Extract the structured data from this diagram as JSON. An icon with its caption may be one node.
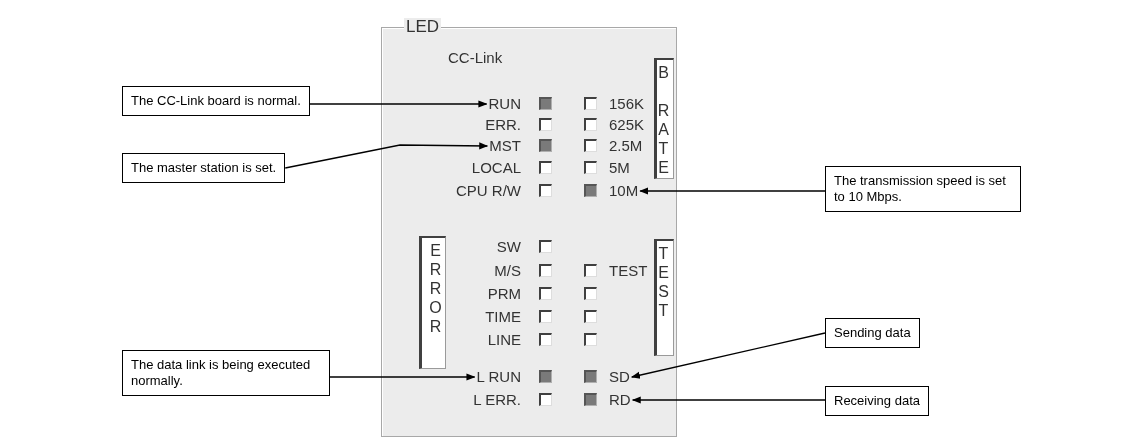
{
  "diagram": {
    "nodes": [
      {
        "text": [
          "LED"
        ]
      },
      {
        "text": [
          "The CC-Link board is normal."
        ]
      },
      {
        "text": [
          "RUN"
        ],
        "in": 0
      },
      {
        "text": [
          "The master station is set."
        ]
      },
      {
        "text": [
          "MST"
        ],
        "in": 0
      },
      {
        "text": [
          "B RATE"
        ],
        "in": 0
      },
      {
        "text": [
          "10M"
        ],
        "in": 0
      },
      {
        "text": [
          "The transmission speed is set to 10 Mbps."
        ]
      },
      {
        "text": [
          "ERROR"
        ],
        "in": 0
      },
      {
        "text": [
          "TEST"
        ],
        "in": 0
      },
      {
        "text": [
          "SD"
        ],
        "in": 0
      },
      {
        "text": [
          "Sending data"
        ]
      },
      {
        "text": [
          "The data link is being executed normally."
        ]
      },
      {
        "text": [
          "L RUN"
        ],
        "in": 0
      },
      {
        "text": [
          "RD"
        ],
        "in": 0
      },
      {
        "text": [
          "Receiving data"
        ]
      }
    ],
    "edges": [
      {
        "from": 1,
        "to": 2,
        "arrow": "to"
      },
      {
        "from": 3,
        "to": 4,
        "arrow": "to"
      },
      {
        "from": 7,
        "to": 6,
        "arrow": "to"
      },
      {
        "from": 11,
        "to": 10,
        "arrow": "to"
      },
      {
        "from": 12,
        "to": 13,
        "arrow": "to"
      },
      {
        "from": 15,
        "to": 14,
        "arrow": "to"
      }
    ],
    "labels": [
      "CC-Link",
      "156K",
      "ERR.",
      "625K",
      "2.5M",
      "LOCAL",
      "5M",
      "CPU R/W",
      "SW",
      "M/S",
      "TEST",
      "PRM",
      "TIME",
      "LINE",
      "L ERR."
    ]
  }
}
